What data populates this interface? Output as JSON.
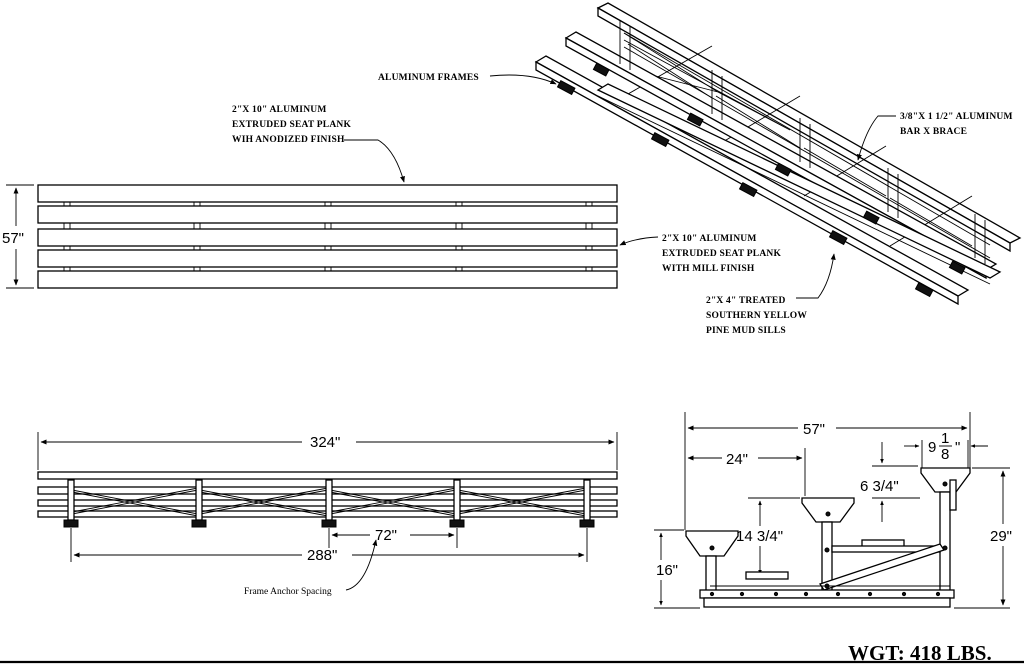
{
  "labels": {
    "aluminum_frames": "ALUMINUM FRAMES",
    "brace_line1": "3/8\"X 1 1/2\" ALUMINUM",
    "brace_line2": "BAR X BRACE",
    "seat_anodized_line1": "2\"X 10\" ALUMINUM",
    "seat_anodized_line2": "EXTRUDED SEAT PLANK",
    "seat_anodized_line3": "WIH ANODIZED FINISH",
    "seat_mill_line1": "2\"X 10\" ALUMINUM",
    "seat_mill_line2": "EXTRUDED SEAT PLANK",
    "seat_mill_line3": "WITH MILL FINISH",
    "sill_line1": "2\"X 4\" TREATED",
    "sill_line2": "SOUTHERN YELLOW",
    "sill_line3": "PINE MUD SILLS",
    "frame_anchor": "Frame Anchor Spacing"
  },
  "dimensions": {
    "depth": "57\"",
    "length": "324\"",
    "anchor_span": "288\"",
    "anchor_spacing": "72\"",
    "side_depth": "57\"",
    "row_depth": "24\"",
    "rise": "6 3/4\"",
    "seat_height_mid": "14 3/4\"",
    "seat_height_low": "16\"",
    "total_height": "29\"",
    "seat_width_whole": "9",
    "seat_width_num": "1",
    "seat_width_den": "8",
    "seat_width_unit": "\""
  },
  "weight": "WGT: 418 LBS."
}
